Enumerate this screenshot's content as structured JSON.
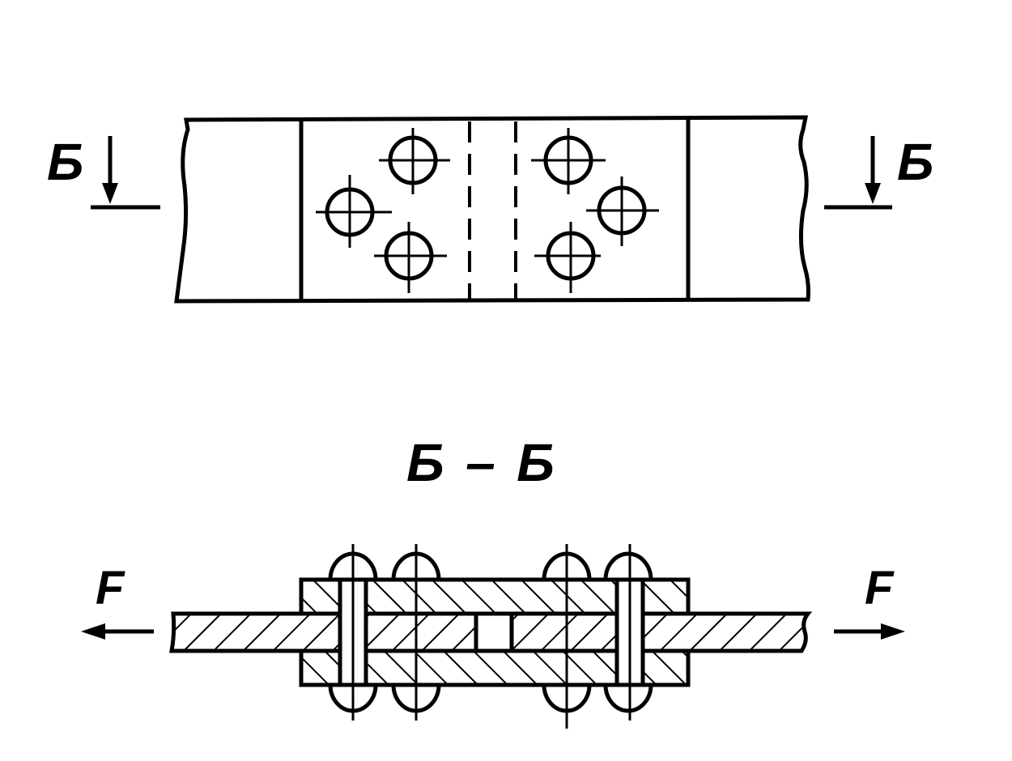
{
  "labels": {
    "cut_left": "Б",
    "cut_right": "Б",
    "section_title": "Б – Б",
    "force_left": "F",
    "force_right": "F"
  },
  "colors": {
    "ink": "#000000",
    "paper": "#ffffff"
  }
}
